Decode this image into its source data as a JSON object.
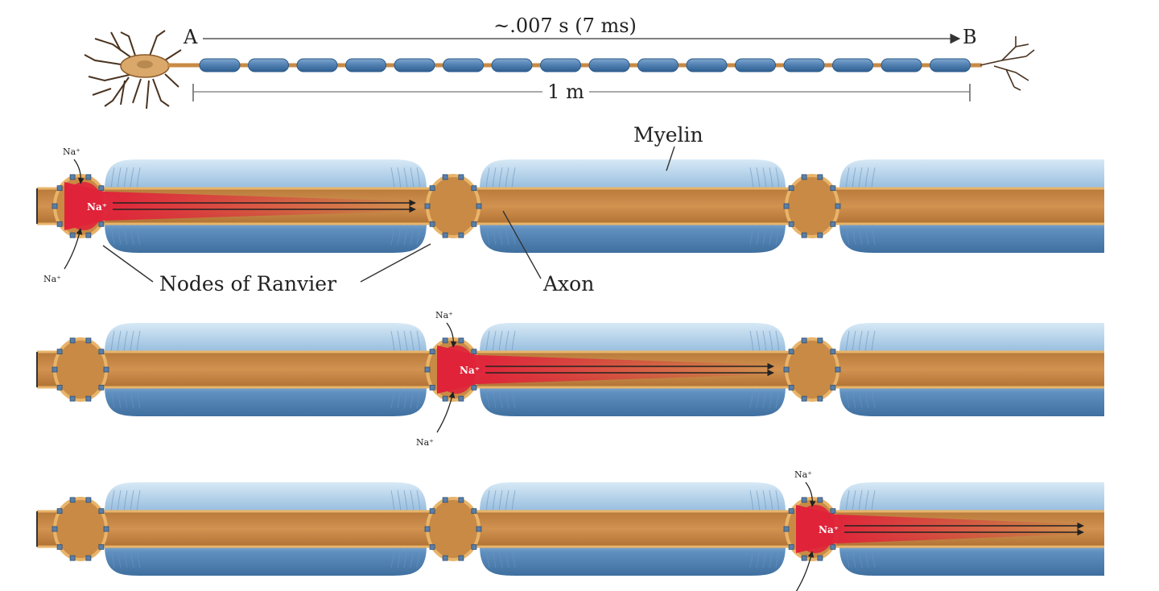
{
  "overview": {
    "time_label": "~.007 s (7 ms)",
    "point_a": "A",
    "point_b": "B",
    "length_label": "1 m"
  },
  "labels": {
    "myelin": "Myelin",
    "nodes_of_ranvier": "Nodes of Ranvier",
    "axon": "Axon",
    "sodium": "Na⁺"
  },
  "panels": [
    {
      "active_node": 1
    },
    {
      "active_node": 2
    },
    {
      "active_node": 3
    }
  ],
  "colors": {
    "axon": "#c98a45",
    "axon_edge": "#e8b46a",
    "myelin_light": "#c9e0f2",
    "myelin_dark": "#3f74a8",
    "sodium_influx": "#e0233a",
    "overview_segment": "#4f7fb0"
  }
}
